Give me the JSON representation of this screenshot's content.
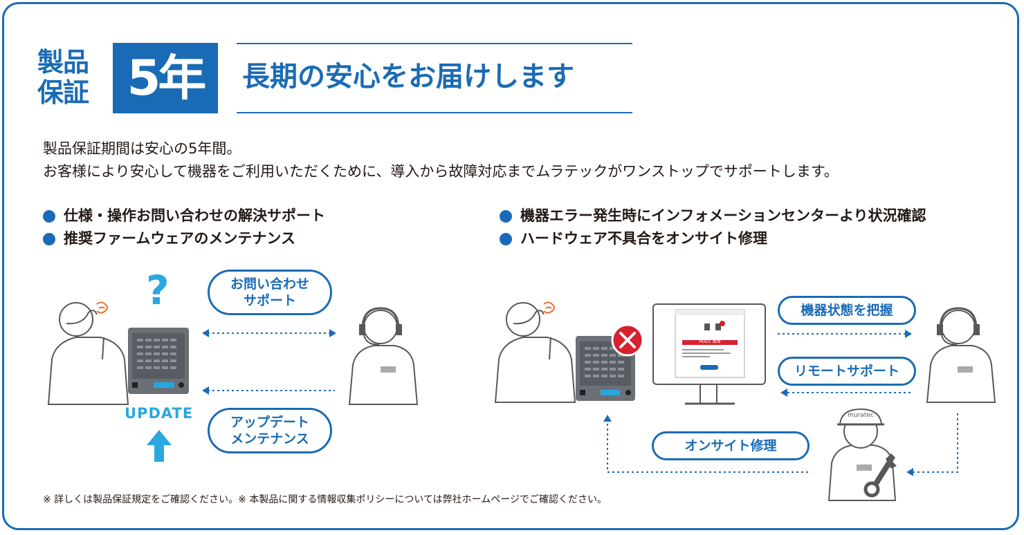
{
  "header": {
    "warranty_label_line1": "製品",
    "warranty_label_line2": "保証",
    "years_badge": "5年",
    "headline": "長期の安心をお届けします"
  },
  "lead": {
    "line1": "製品保証期間は安心の5年間。",
    "line2": "お客様により安心して機器をご利用いただくために、導入から故障対応までムラテックがワンストップでサポートします。"
  },
  "features_left": [
    "仕様・操作お問い合わせの解決サポート",
    "推奨ファームウェアのメンテナンス"
  ],
  "features_right": [
    "機器エラー発生時にインフォメーションセンターより状況確認",
    "ハードウェア不具合をオンサイト修理"
  ],
  "diagram_left": {
    "question_mark": "?",
    "update_label": "UPDATE",
    "pill_inquiry_line1": "お問い合わせ",
    "pill_inquiry_line2": "サポート",
    "pill_update_line1": "アップデート",
    "pill_update_line2": "メンテナンス"
  },
  "diagram_right": {
    "pill_status": "機器状態を把握",
    "pill_remote": "リモートサポート",
    "pill_onsite": "オンサイト修理",
    "cap_label": "muratec",
    "screen_banner": "HDD1 故障"
  },
  "footnote": "※ 詳しくは製品保証規定をご確認ください。※ 本製品に関する情報収集ポリシーについては弊社ホームページでご確認ください。",
  "colors": {
    "brand_blue": "#1a6bb5",
    "accent_cyan": "#2aa7df",
    "error_red": "#d7212f",
    "line_gray": "#595757"
  },
  "icons": [
    "confused-user-icon",
    "nas-device-icon",
    "support-operator-icon",
    "error-x-icon",
    "monitor-icon",
    "technician-icon",
    "wrench-icon",
    "arrow-up-icon"
  ]
}
